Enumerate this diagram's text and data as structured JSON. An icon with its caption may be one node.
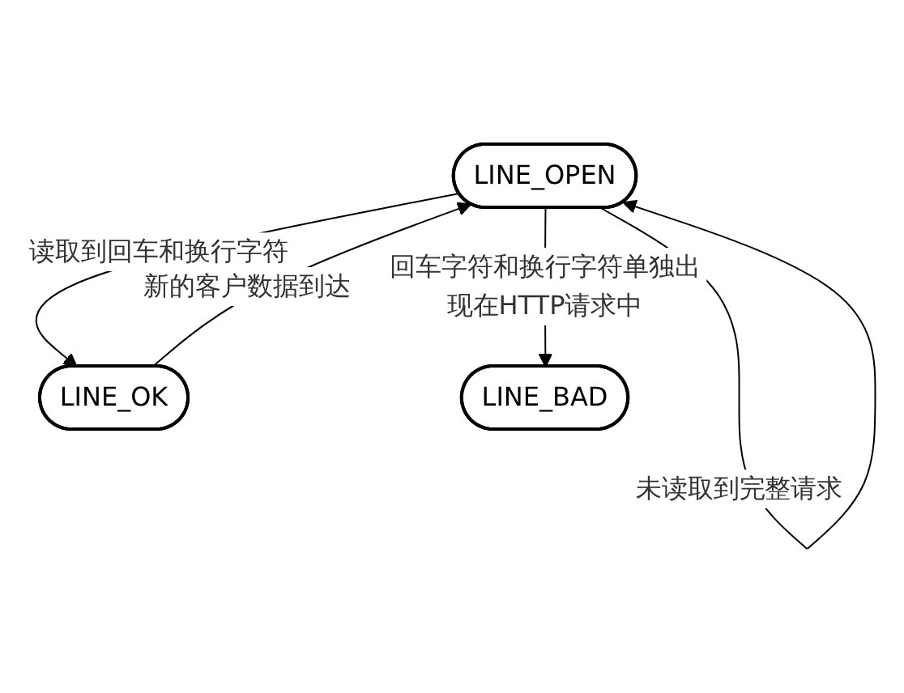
{
  "diagram": {
    "nodes": [
      {
        "text": [
          "LINE_OPEN"
        ]
      },
      {
        "text": [
          "LINE_OK"
        ]
      },
      {
        "text": [
          "LINE_BAD"
        ]
      }
    ],
    "edges": [
      {
        "from": 0,
        "to": 0,
        "arrow": "to",
        "label": "未读取到完整请求"
      },
      {
        "from": 0,
        "to": 1,
        "arrow": "to",
        "label": "读取到回车和换行字符"
      },
      {
        "from": 1,
        "to": 0,
        "arrow": "to",
        "label": "新的客户数据到达"
      },
      {
        "from": 0,
        "to": 2,
        "arrow": "to",
        "label": "回车字符和换行字符单独出现在HTTP请求中"
      }
    ]
  }
}
